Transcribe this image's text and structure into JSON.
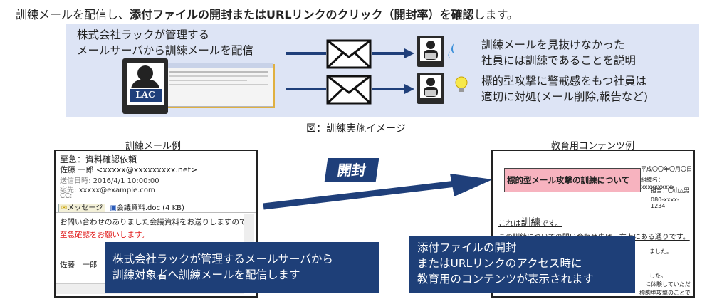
{
  "headline": {
    "part1": "訓練メールを配信し、",
    "bold": "添付ファイルの開封またはURLリンクのクリック（開封率）を確認",
    "part3": "します。"
  },
  "top_panel": {
    "left_line1": "株式会社ラックが管理する",
    "left_line2": "メールサーバから訓練メールを配信",
    "logo_text": "LAC",
    "top_right_line1": "訓練メールを見抜けなかった",
    "top_right_line2": "社員には訓練であることを説明",
    "bottom_right_line1": "標的型攻撃に警戒感をもつ社員は",
    "bottom_right_line2": "適切に対処(メール削除,報告など)"
  },
  "caption": "図：訓練実施イメージ",
  "mail_example": {
    "label": "訓練メール例",
    "subject": "至急：資料確認依頼",
    "from": "佐藤 一郎 <xxxxx@xxxxxxxxx.net>",
    "date_label": "送信日時:",
    "date_value": "2016/4/1 10:00:00",
    "to_label": "宛先:",
    "to_value": "xxxxx@example.com",
    "cc_label": "CC:",
    "attach_msg": "メッセージ",
    "attach_file": "会議資料.doc (4 KB)",
    "body1": "お問い合わせのありました会議資料をお送りしますので、",
    "body2": "至急確認をお願いします。",
    "signature": "佐藤　一郎"
  },
  "open_badge": "開封",
  "edu_example": {
    "label": "教育用コンテンツ例",
    "title": "標的型メール攻撃の訓練について",
    "date": "平成〇〇年〇月〇日",
    "org": "組織名：xxxxxxxxxx",
    "person": "担当：〇山△男",
    "tel": "080-xxxx-1234",
    "line1_a": "これは",
    "line1_b": "訓練",
    "line1_c": "です。",
    "line2": "この訓練についての問い合わせ先は、右上にある通りです。",
    "frag1": "ました。",
    "frag2": "した。",
    "frag3": "に体験していただく",
    "frag4": "標的型攻撃のことで驚かれた"
  },
  "left_callout": {
    "line1": "株式会社ラックが管理するメールサーバから",
    "line2": "訓練対象者へ訓練メールを配信します"
  },
  "right_callout": {
    "line1": "添付ファイルの開封",
    "line2": "またはURLリンクのアクセス時に",
    "line3": "教育用のコンテンツが表示されます"
  },
  "colors": {
    "panel": "#dde4f5",
    "navy": "#1e3f78",
    "title_box": "#f7b3bf",
    "red_text": "#e01818"
  }
}
